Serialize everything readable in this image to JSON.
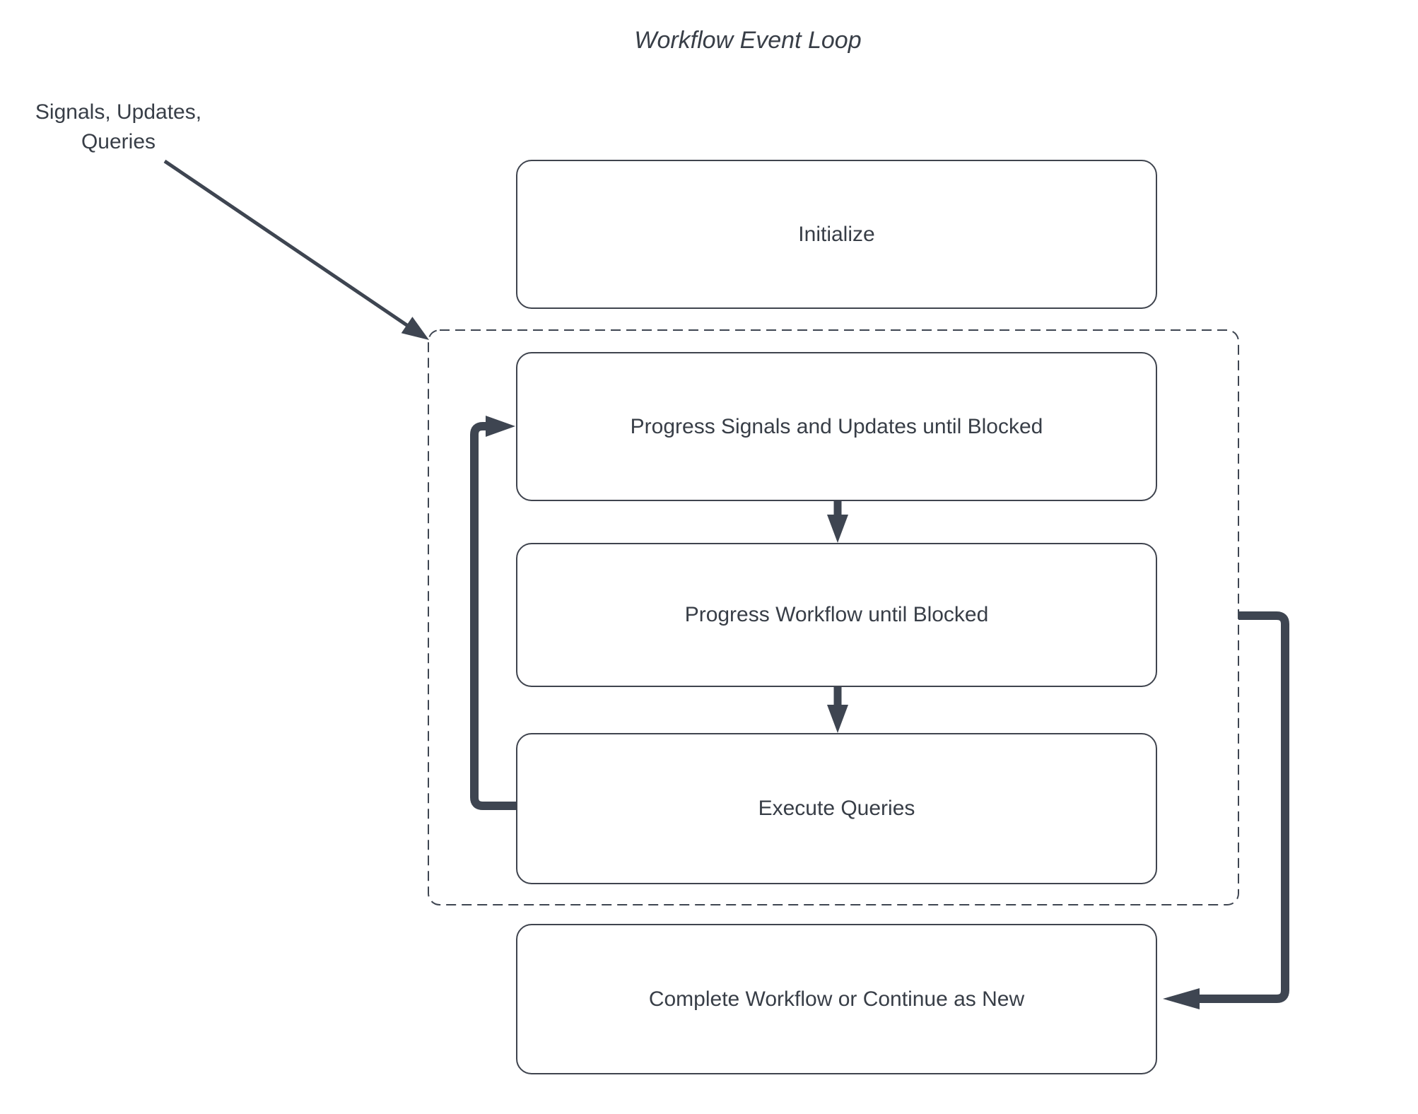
{
  "title": "Workflow Event Loop",
  "external_label": {
    "line1": "Signals, Updates,",
    "line2": "Queries"
  },
  "boxes": {
    "initialize": {
      "label": "Initialize"
    },
    "progress_signals": {
      "label": "Progress Signals and Updates until Blocked"
    },
    "progress_workflow": {
      "label": "Progress Workflow until Blocked"
    },
    "execute_queries": {
      "label": "Execute Queries"
    },
    "complete": {
      "label": "Complete Workflow or Continue as New"
    }
  },
  "container": {
    "name": "event-loop-boundary",
    "border_style": "dashed"
  },
  "colors": {
    "arrow": "#3E4551",
    "box_border": "#3F444E",
    "text": "#383E47",
    "background": "#FFFFFF"
  }
}
